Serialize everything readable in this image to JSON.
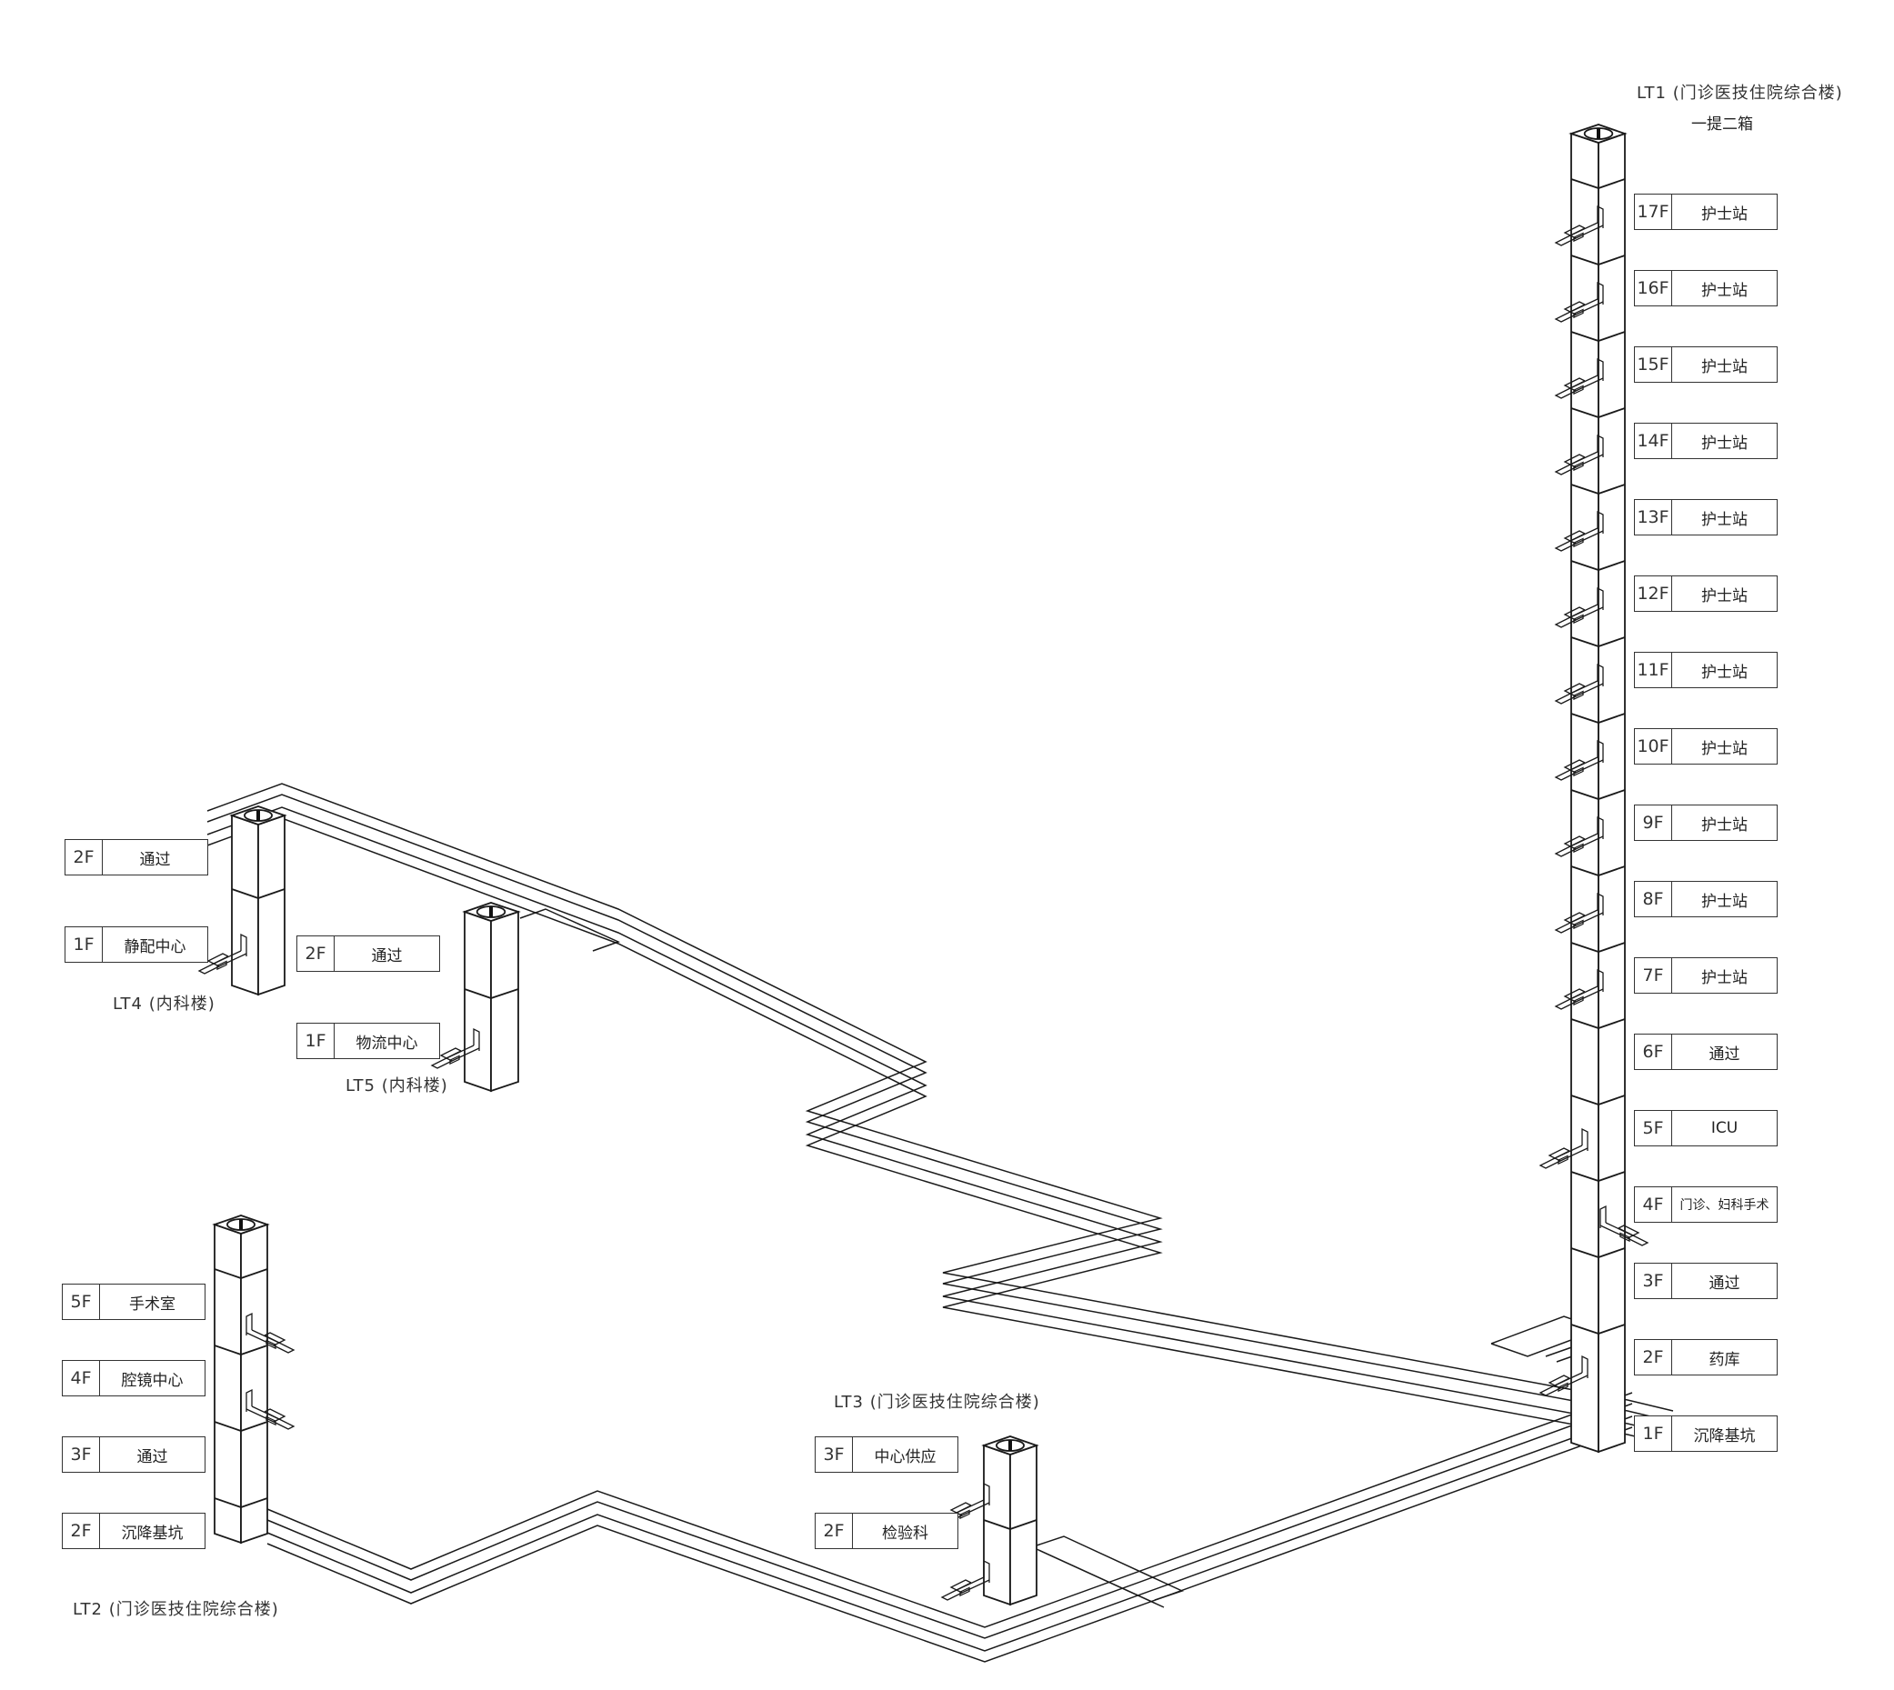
{
  "title": "垂直物流 轨道/箱式 系统轴测图",
  "colors": {
    "line": "#1a1a1a",
    "text": "#222222",
    "background": "#ffffff"
  },
  "shafts": [
    {
      "id": "LT1",
      "label": "LT1 (门诊医技住院综合楼)",
      "note": "一提二箱",
      "floors": [
        {
          "floor": "17F",
          "name": "护士站"
        },
        {
          "floor": "16F",
          "name": "护士站"
        },
        {
          "floor": "15F",
          "name": "护士站"
        },
        {
          "floor": "14F",
          "name": "护士站"
        },
        {
          "floor": "13F",
          "name": "护士站"
        },
        {
          "floor": "12F",
          "name": "护士站"
        },
        {
          "floor": "11F",
          "name": "护士站"
        },
        {
          "floor": "10F",
          "name": "护士站"
        },
        {
          "floor": "9F",
          "name": "护士站"
        },
        {
          "floor": "8F",
          "name": "护士站"
        },
        {
          "floor": "7F",
          "name": "护士站"
        },
        {
          "floor": "6F",
          "name": "通过"
        },
        {
          "floor": "5F",
          "name": "ICU"
        },
        {
          "floor": "4F",
          "name": "门诊、妇科手术"
        },
        {
          "floor": "3F",
          "name": "通过"
        },
        {
          "floor": "2F",
          "name": "药库"
        },
        {
          "floor": "1F",
          "name": "沉降基坑"
        }
      ]
    },
    {
      "id": "LT2",
      "label": "LT2 (门诊医技住院综合楼)",
      "floors": [
        {
          "floor": "5F",
          "name": "手术室"
        },
        {
          "floor": "4F",
          "name": "腔镜中心"
        },
        {
          "floor": "3F",
          "name": "通过"
        },
        {
          "floor": "2F",
          "name": "沉降基坑"
        }
      ]
    },
    {
      "id": "LT3",
      "label": "LT3 (门诊医技住院综合楼)",
      "floors": [
        {
          "floor": "3F",
          "name": "中心供应"
        },
        {
          "floor": "2F",
          "name": "检验科"
        }
      ]
    },
    {
      "id": "LT4",
      "label": "LT4 (内科楼)",
      "floors": [
        {
          "floor": "2F",
          "name": "通过"
        },
        {
          "floor": "1F",
          "name": "静配中心"
        }
      ]
    },
    {
      "id": "LT5",
      "label": "LT5 (内科楼)",
      "floors": [
        {
          "floor": "2F",
          "name": "通过"
        },
        {
          "floor": "1F",
          "name": "物流中心"
        }
      ]
    }
  ]
}
